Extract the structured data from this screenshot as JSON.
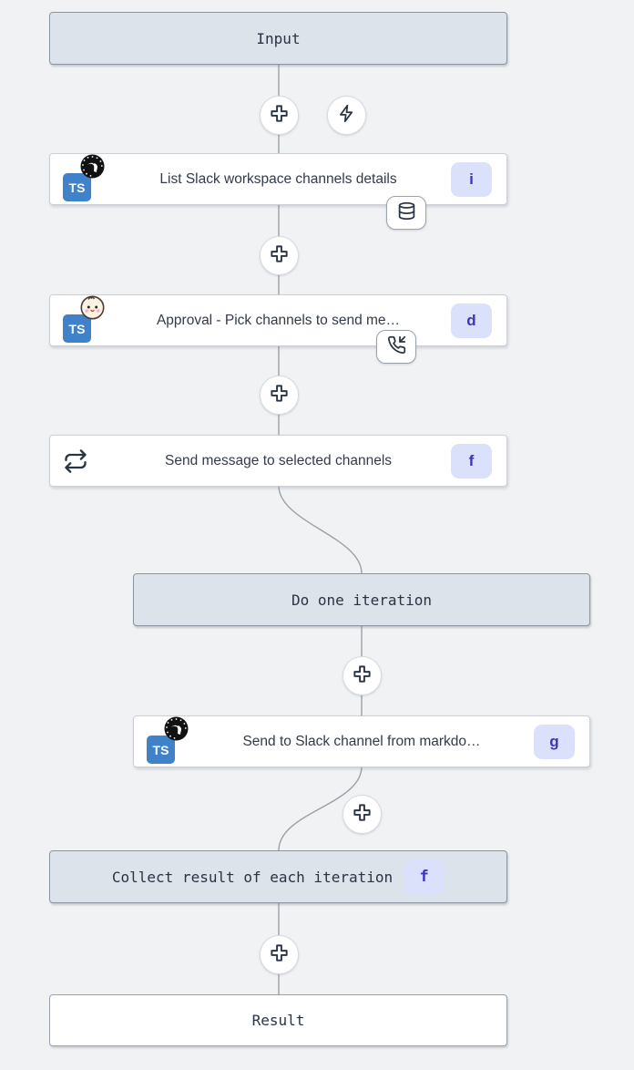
{
  "colors": {
    "page_bg": "#f1f2f4",
    "group_box_bg": "#dde3ea",
    "group_box_border": "#8b95a1",
    "node_bg": "#ffffff",
    "node_border": "#ccd0d6",
    "edge": "#9aa1a9",
    "badge_bg": "#dbe1fb",
    "badge_text": "#4034b8",
    "icon_stroke": "#2a3445",
    "typescript_blue": "#3f82ca"
  },
  "flow": {
    "input_label": "Input",
    "iteration_label": "Do one iteration",
    "collect_label": "Collect result of each iteration",
    "collect_badge": "f",
    "result_label": "Result",
    "ts_badge_text": "TS",
    "nodes": [
      {
        "label": "List Slack workspace channels details",
        "badge": "i",
        "left_icon": "typescript-deno-icon",
        "attached_icon": "database-icon"
      },
      {
        "label": "Approval - Pick channels to send me…",
        "badge": "d",
        "left_icon": "typescript-bun-icon",
        "attached_icon": "phone-incoming-icon"
      },
      {
        "label": "Send message to selected channels",
        "badge": "f",
        "left_icon": "repeat-icon",
        "attached_icon": ""
      },
      {
        "label": "Send to Slack channel from markdo…",
        "badge": "g",
        "left_icon": "typescript-deno-icon",
        "attached_icon": ""
      }
    ]
  }
}
